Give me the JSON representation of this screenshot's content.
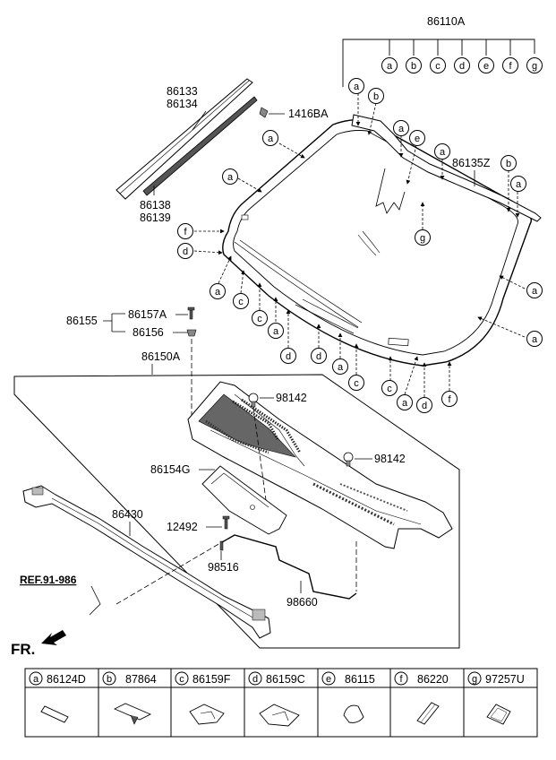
{
  "diagram": {
    "fr_label": "FR.",
    "ref_label": "REF.91-986",
    "part_labels": {
      "p86110A": "86110A",
      "p86133": "86133",
      "p86134": "86134",
      "p1416BA": "1416BA",
      "p86135Z": "86135Z",
      "p86138": "86138",
      "p86139": "86139",
      "p86155": "86155",
      "p86157A": "86157A",
      "p86156": "86156",
      "p86150A": "86150A",
      "p98142a": "98142",
      "p98142b": "98142",
      "p86154G": "86154G",
      "p12492": "12492",
      "p86430": "86430",
      "p98516": "98516",
      "p98660": "98660"
    },
    "callouts": [
      "a",
      "b",
      "c",
      "d",
      "e",
      "f",
      "g"
    ],
    "legend": [
      {
        "letter": "a",
        "part": "86124D"
      },
      {
        "letter": "b",
        "part": "87864"
      },
      {
        "letter": "c",
        "part": "86159F"
      },
      {
        "letter": "d",
        "part": "86159C"
      },
      {
        "letter": "e",
        "part": "86115"
      },
      {
        "letter": "f",
        "part": "86220"
      },
      {
        "letter": "g",
        "part": "97257U"
      }
    ]
  }
}
